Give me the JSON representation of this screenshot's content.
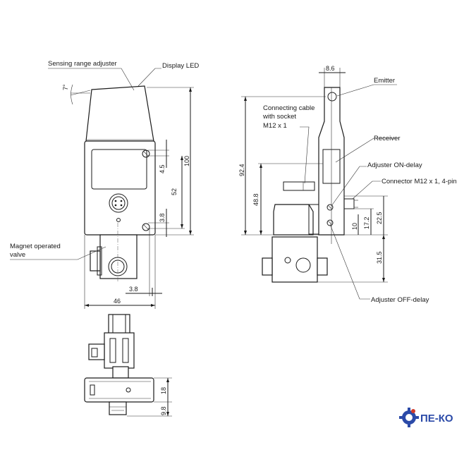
{
  "labels": {
    "sensing_range_adjuster": "Sensing range adjuster",
    "display_led": "Display LED",
    "magnet_valve_line1": "Magnet operated",
    "magnet_valve_line2": "valve",
    "cable_line1": "Connecting cable",
    "cable_line2": "with socket",
    "cable_line3": "M12 x 1",
    "emitter": "Emitter",
    "receiver": "Receiver",
    "adjuster_on_delay": "Adjuster ON-delay",
    "connector": "Connector M12 x 1, 4-pin",
    "adjuster_off_delay": "Adjuster OFF-delay"
  },
  "dimensions": {
    "angle": "7°",
    "d100": "100",
    "d4_5": "4.5",
    "d52": "52",
    "d3_8_right": "3.8",
    "d3_8_bottom": "3.8",
    "d46": "46",
    "d8_6": "8.6",
    "d92_4": "92.4",
    "d48_8": "48.8",
    "d10": "10",
    "d17_2": "17.2",
    "d22_5": "22.5",
    "d31_5": "31.5",
    "d18": "18",
    "d9_8": "9.8"
  },
  "logo": {
    "text": "ПЕ-КО",
    "color": "#2b4aa8",
    "icon": "gear-icon"
  }
}
